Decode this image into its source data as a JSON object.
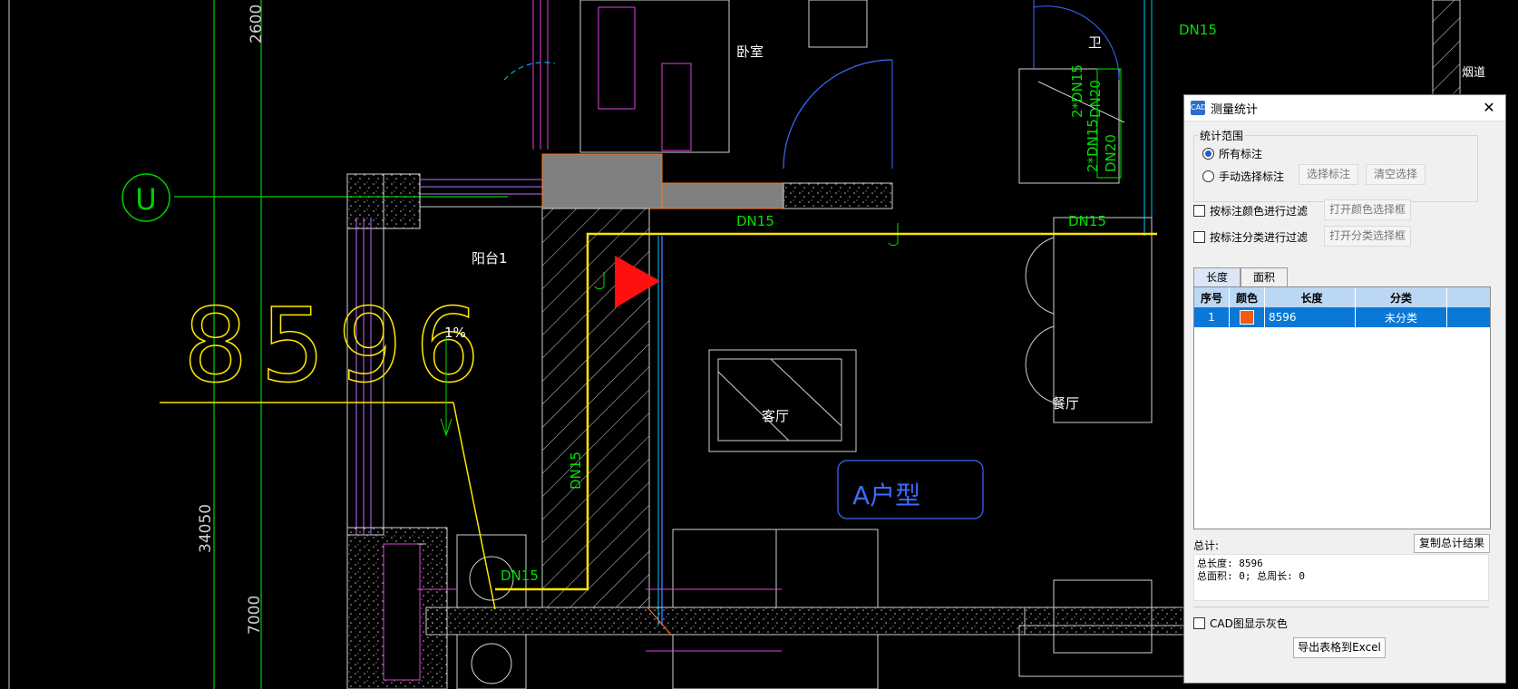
{
  "cad": {
    "dims": {
      "d2600": "2600",
      "d34050": "34050",
      "d7000": "7000"
    },
    "axis": "U",
    "big_number": "8596",
    "slope": "1%",
    "rooms": {
      "bedroom": "卧室",
      "bath": "卫",
      "flue": "烟道",
      "balcony": "阳台1",
      "living": "客厅",
      "dining": "餐厅"
    },
    "pipes": {
      "dn15": "DN15",
      "dn20": "DN20",
      "two_dn15": "2*DN15"
    },
    "unit_type": "A户型",
    "colors": {
      "yellow": "#ffe600",
      "green": "#00e000",
      "red": "#ff1010",
      "magenta": "#e040e0",
      "cyan": "#00c8ff",
      "blue": "#3a6bff",
      "orange": "#ff7a1a",
      "gray": "#808080"
    }
  },
  "dialog": {
    "title": "测量统计",
    "icon": "cad-app-icon",
    "scope_legend": "统计范围",
    "opt_all": "所有标注",
    "opt_manual": "手动选择标注",
    "btn_select": "选择标注",
    "btn_clear": "清空选择",
    "filter_color": "按标注颜色进行过滤",
    "btn_color": "打开颜色选择框",
    "filter_category": "按标注分类进行过滤",
    "btn_category": "打开分类选择框",
    "tabs": {
      "length": "长度",
      "area": "面积"
    },
    "table": {
      "headers": [
        "序号",
        "颜色",
        "长度",
        "分类"
      ],
      "rows": [
        {
          "index": "1",
          "color": "#f05a12",
          "length": "8596",
          "category": "未分类"
        }
      ]
    },
    "total_label": "总计:",
    "copy_btn": "复制总计结果",
    "total_length": "总长度: 8596",
    "total_area": "总面积: 0; 总周长: 0",
    "cad_gray": "CAD图显示灰色",
    "export_btn": "导出表格到Excel"
  }
}
